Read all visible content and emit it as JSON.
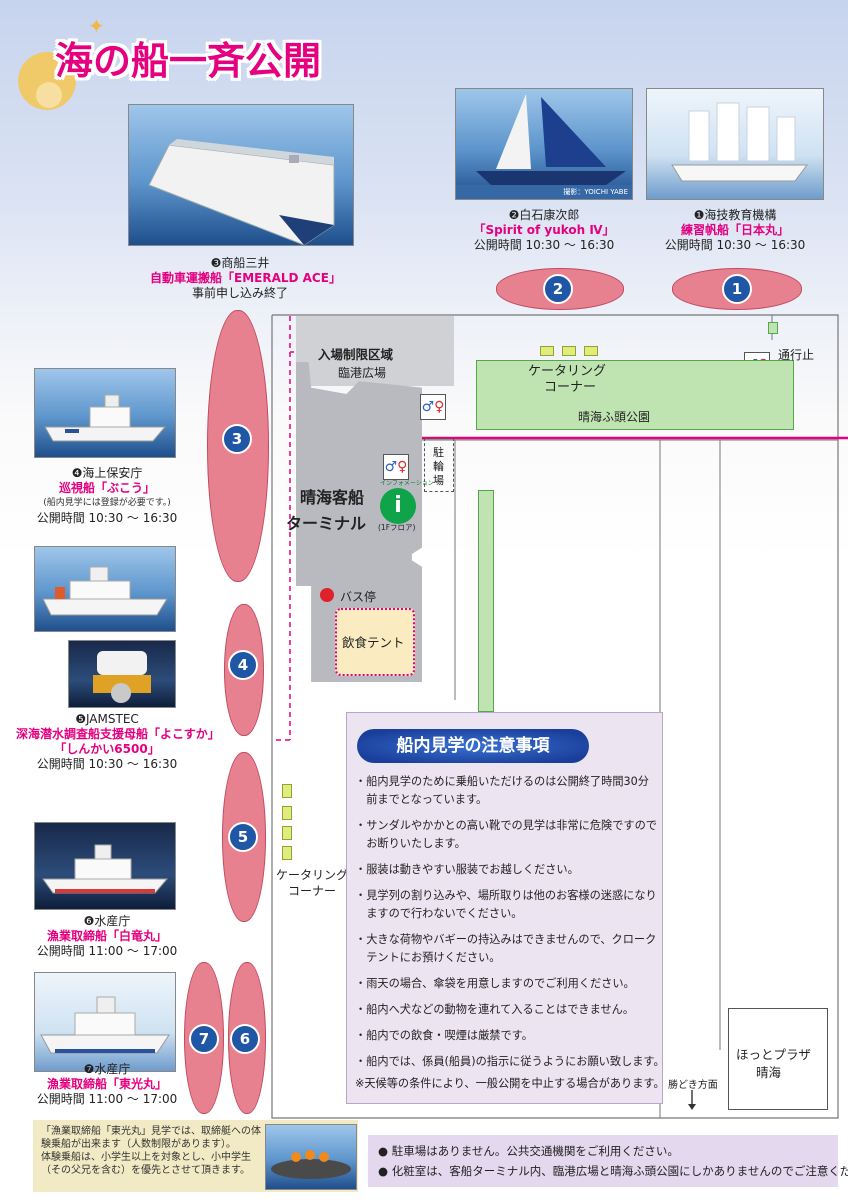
{
  "title": "海の船一斉公開",
  "colors": {
    "accent": "#e5007f",
    "berth": "#e7808f",
    "marker": "#1f56a5",
    "park": "#bfe4b1",
    "terminal": "#b9bac0"
  },
  "photo_credit": "撮影：YOICHI YABE",
  "ships": [
    {
      "no": "1",
      "org": "❶海技教育機構",
      "name": "練習帆船「日本丸」",
      "time": "公開時間 10:30 ～ 16:30"
    },
    {
      "no": "2",
      "org": "❷白石康次郎",
      "name": "「Spirit of yukoh Ⅳ」",
      "time": "公開時間 10:30 ～ 16:30"
    },
    {
      "no": "3",
      "org": "❸商船三井",
      "name": "自動車運搬船「EMERALD ACE」",
      "time": "事前申し込み終了"
    },
    {
      "no": "4",
      "org": "❹海上保安庁",
      "name": "巡視船「ぶこう」",
      "note": "(船内見学には登録が必要です。)",
      "time": "公開時間 10:30 ～ 16:30"
    },
    {
      "no": "5",
      "org": "❺JAMSTEC",
      "name": "深海潜水調査船支援母船「よこすか」",
      "name2": "「しんかい6500」",
      "time": "公開時間 10:30 ～ 16:30"
    },
    {
      "no": "6",
      "org": "❻水産庁",
      "name": "漁業取締船「白竜丸」",
      "time": "公開時間 11:00 ～ 17:00"
    },
    {
      "no": "7",
      "org": "❼水産庁",
      "name": "漁業取締船「東光丸」",
      "time": "公開時間 11:00 ～ 17:00"
    }
  ],
  "map": {
    "restricted": "入場制限区域",
    "plaza": "臨港広場",
    "catering_top_1": "ケータリング",
    "catering_top_2": "コーナー",
    "park": "晴海ふ頭公園",
    "no_entry": "通行止",
    "bike_1": "駐",
    "bike_2": "輪",
    "bike_3": "場",
    "terminal_1": "晴海客船",
    "terminal_2": "ターミナル",
    "info_sub": "インフォメーション",
    "info_floor": "(1Fフロア)",
    "bus": "バス停",
    "food": "飲食テント",
    "catering_side_1": "ケータリング",
    "catering_side_2": "コーナー",
    "hotplaza_1": "ほっとプラザ",
    "hotplaza_2": "晴海",
    "kachidoki": "勝どき方面"
  },
  "notice": {
    "heading": "船内見学の注意事項",
    "lines": [
      "・船内見学のために乗船いただけるのは公開終了時間30分",
      "　前までとなっています。",
      "・サンダルやかかとの高い靴での見学は非常に危険ですので",
      "　お断りいたします。",
      "・服装は動きやすい服装でお越しください。",
      "・見学列の割り込みや、場所取りは他のお客様の迷惑になり",
      "　ますので行わないでください。",
      "・大きな荷物やバギーの持込みはできませんので、クローク",
      "　テントにお預けください。",
      "・雨天の場合、傘袋を用意しますのでご利用ください。",
      "・船内へ犬などの動物を連れて入ることはできません。",
      "・船内での飲食・喫煙は厳禁です。",
      "・船内では、係員(船員)の指示に従うようにお願い致します。",
      "※天候等の条件により、一般公開を中止する場合があります。"
    ]
  },
  "kids_note": [
    "「漁業取締船「東光丸」見学では、取締艇への体",
    "験乗船が出来ます（人数制限があります）。",
    "体験乗船は、小学生以上を対象とし、小中学生",
    "（その父兄を含む）を優先とさせて頂きます。"
  ],
  "footer": [
    "● 駐車場はありません。公共交通機関をご利用ください。",
    "● 化粧室は、客船ターミナル内、臨港広場と晴海ふ頭公園にしかありませんのでご注意ください。"
  ]
}
